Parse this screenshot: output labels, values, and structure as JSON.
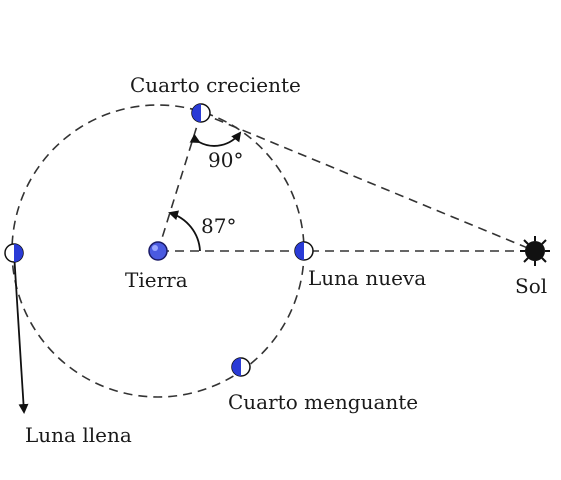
{
  "labels": {
    "first_quarter": "Cuarto creciente",
    "earth": "Tierra",
    "new_moon": "Luna nueva",
    "sun": "Sol",
    "third_quarter": "Cuarto menguante",
    "full_moon": "Luna llena",
    "angle_87": "87°",
    "angle_90": "90°"
  },
  "colors": {
    "moon_lit": "#2a3bd6",
    "earth": "#4a5ae0",
    "sun": "#111111",
    "line": "#333333"
  }
}
